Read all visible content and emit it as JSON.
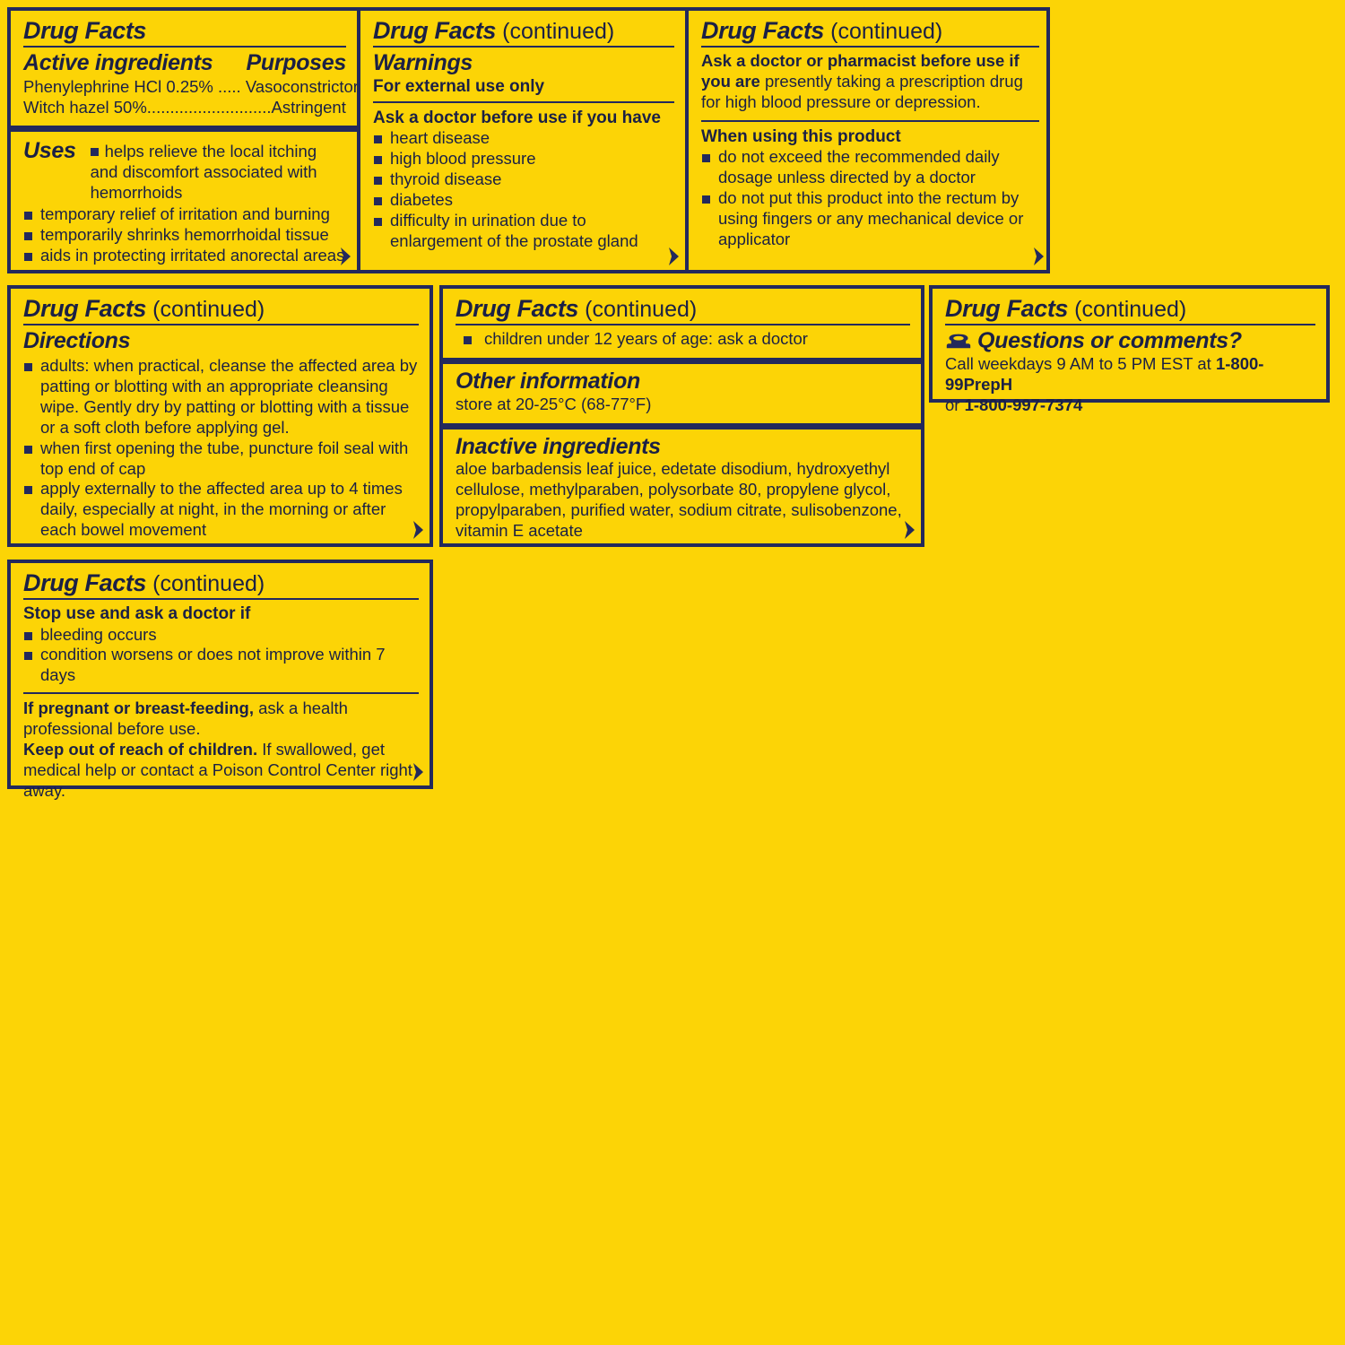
{
  "colors": {
    "background": "#FCD406",
    "rule": "#23295C",
    "text": "#1B2045"
  },
  "label_title": "Drug Facts",
  "continued_suffix": "(continued)",
  "panels": {
    "active": {
      "title": "Drug Facts",
      "heading_left": "Active ingredients",
      "heading_right": "Purposes",
      "rows": [
        "Phenylephrine HCl 0.25% ..... Vasoconstrictor",
        "Witch hazel 50%...........................Astringent"
      ],
      "uses_label": "Uses",
      "uses_first": "helps relieve the local itching and discomfort associated with hemorrhoids",
      "uses_items": [
        "temporary relief of irritation and burning",
        "temporarily shrinks hemorrhoidal tissue",
        "aids in protecting irritated anorectal areas"
      ]
    },
    "warnings": {
      "title": "Drug Facts",
      "continued": "(continued)",
      "heading": "Warnings",
      "subheading": "For external use only",
      "ask_doctor_head": "Ask a doctor before use if you have",
      "ask_doctor_items": [
        "heart disease",
        "high blood pressure",
        "thyroid disease",
        "diabetes",
        "difficulty in urination due to enlargement of the prostate gland"
      ]
    },
    "pharmacist": {
      "title": "Drug Facts",
      "continued": "(continued)",
      "ask_pharmacist_bold": "Ask a doctor or pharmacist before use if you are",
      "ask_pharmacist_rest": " presently taking a prescription drug for high blood pressure or depression.",
      "when_using_head": "When using this product",
      "when_using_items": [
        "do not exceed the recommended daily dosage unless directed by a doctor",
        "do not put this product into the rectum by using fingers or any mechanical device or applicator"
      ]
    },
    "directions": {
      "title": "Drug Facts",
      "continued": "(continued)",
      "heading": "Directions",
      "items": [
        "adults: when practical, cleanse the affected area by patting or blotting with an appropriate cleansing wipe. Gently dry by patting or blotting with a tissue or a soft cloth before applying gel.",
        "when first opening the tube, puncture foil seal with top end of cap",
        "apply externally to the affected area up to 4 times daily, especially at night, in the morning or after each bowel movement"
      ]
    },
    "other_info": {
      "title": "Drug Facts",
      "continued": "(continued)",
      "children_item": "children under 12 years of age: ask a doctor",
      "other_info_heading": "Other information",
      "other_info_text": "store at 20-25°C (68-77°F)",
      "inactive_heading": "Inactive ingredients",
      "inactive_text": "aloe barbadensis leaf juice, edetate disodium, hydroxyethyl cellulose, methylparaben, polysorbate 80, propylene glycol, propylparaben, purified water, sodium citrate, sulisobenzone, vitamin E acetate"
    },
    "questions": {
      "title": "Drug Facts",
      "continued": "(continued)",
      "phone_icon": "telephone-icon",
      "heading": "Questions or comments?",
      "call_prefix": "Call weekdays 9 AM to 5 PM EST at ",
      "phone_1": "1-800-99PrepH",
      "or_word": "or ",
      "phone_2": "1-800-997-7374"
    },
    "stop_use": {
      "title": "Drug Facts",
      "continued": "(continued)",
      "stop_use_head": "Stop use and ask a doctor if",
      "stop_use_items": [
        "bleeding occurs",
        "condition worsens or does not improve within 7 days"
      ],
      "pregnant_bold": "If pregnant or breast-feeding,",
      "pregnant_rest": " ask a health professional before use.",
      "children_bold": "Keep out of reach of children.",
      "children_rest": " If swallowed, get medical help or contact a Poison Control Center right away."
    }
  },
  "icons": {
    "continue_arrow": "arrow-right-icon",
    "bullet": "square-bullet-icon"
  }
}
